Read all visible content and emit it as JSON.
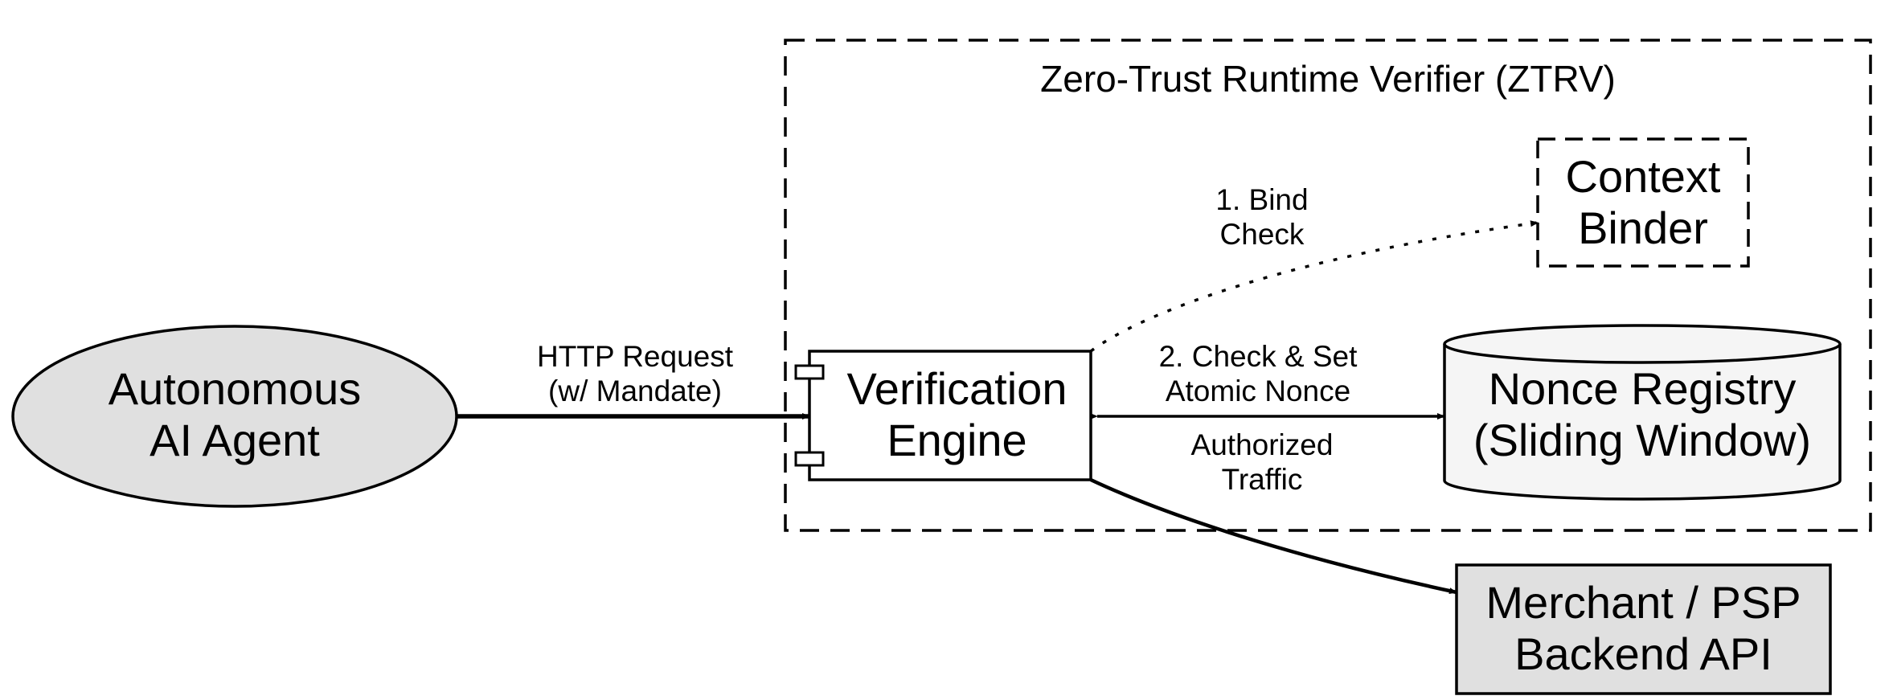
{
  "cluster": {
    "title": "Zero-Trust Runtime Verifier (ZTRV)"
  },
  "nodes": {
    "agent": {
      "line1": "Autonomous",
      "line2": "AI Agent",
      "fill": "#e0e0e0"
    },
    "engine": {
      "line1": "Verification",
      "line2": "Engine",
      "fill": "#ffffff"
    },
    "binder": {
      "line1": "Context",
      "line2": "Binder",
      "fill": "#ffffff"
    },
    "registry": {
      "line1": "Nonce Registry",
      "line2": "(Sliding Window)",
      "fill": "#f5f5f5"
    },
    "merchant": {
      "line1": "Merchant / PSP",
      "line2": "Backend API",
      "fill": "#e0e0e0"
    }
  },
  "edges": {
    "request": {
      "line1": "HTTP Request",
      "line2": "(w/ Mandate)"
    },
    "bind": {
      "line1": "1. Bind",
      "line2": "Check"
    },
    "nonce": {
      "line1": "2. Check & Set",
      "line2": "Atomic Nonce"
    },
    "traffic": {
      "line1": "Authorized",
      "line2": "Traffic"
    }
  }
}
